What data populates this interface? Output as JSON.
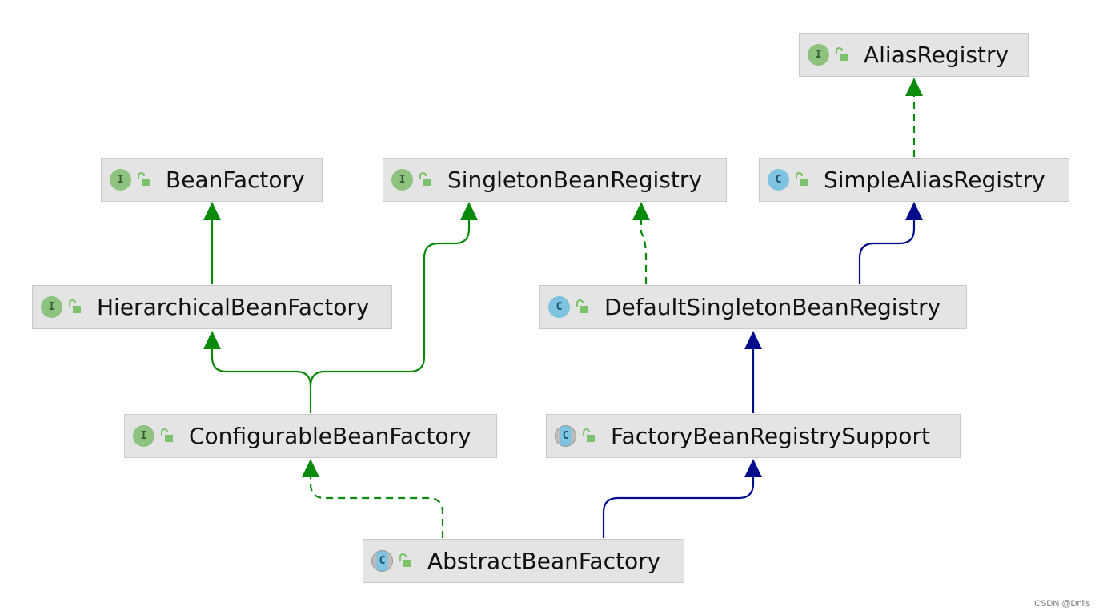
{
  "nodes": {
    "alias_registry": {
      "label": "AliasRegistry",
      "kind": "interface",
      "badge": "I"
    },
    "bean_factory": {
      "label": "BeanFactory",
      "kind": "interface",
      "badge": "I"
    },
    "singleton_bean_registry": {
      "label": "SingletonBeanRegistry",
      "kind": "interface",
      "badge": "I"
    },
    "simple_alias_registry": {
      "label": "SimpleAliasRegistry",
      "kind": "class",
      "badge": "C"
    },
    "hierarchical_bean_factory": {
      "label": "HierarchicalBeanFactory",
      "kind": "interface",
      "badge": "I"
    },
    "default_singleton_bean_registry": {
      "label": "DefaultSingletonBeanRegistry",
      "kind": "class",
      "badge": "C"
    },
    "configurable_bean_factory": {
      "label": "ConfigurableBeanFactory",
      "kind": "interface",
      "badge": "I"
    },
    "factory_bean_registry_support": {
      "label": "FactoryBeanRegistrySupport",
      "kind": "abstract-class",
      "badge": "C"
    },
    "abstract_bean_factory": {
      "label": "AbstractBeanFactory",
      "kind": "abstract-class",
      "badge": "C"
    }
  },
  "edges": [
    {
      "from": "hierarchical_bean_factory",
      "to": "bean_factory",
      "type": "extends-interface",
      "style": "solid",
      "color": "#0a8a0a"
    },
    {
      "from": "configurable_bean_factory",
      "to": "hierarchical_bean_factory",
      "type": "extends-interface",
      "style": "solid",
      "color": "#0a8a0a"
    },
    {
      "from": "configurable_bean_factory",
      "to": "singleton_bean_registry",
      "type": "extends-interface",
      "style": "solid",
      "color": "#0a8a0a"
    },
    {
      "from": "default_singleton_bean_registry",
      "to": "singleton_bean_registry",
      "type": "implements",
      "style": "dashed",
      "color": "#0a8a0a"
    },
    {
      "from": "default_singleton_bean_registry",
      "to": "simple_alias_registry",
      "type": "extends",
      "style": "solid",
      "color": "#000c8c"
    },
    {
      "from": "simple_alias_registry",
      "to": "alias_registry",
      "type": "implements",
      "style": "dashed",
      "color": "#0a8a0a"
    },
    {
      "from": "factory_bean_registry_support",
      "to": "default_singleton_bean_registry",
      "type": "extends",
      "style": "solid",
      "color": "#000c8c"
    },
    {
      "from": "abstract_bean_factory",
      "to": "configurable_bean_factory",
      "type": "implements",
      "style": "dashed",
      "color": "#0a8a0a"
    },
    {
      "from": "abstract_bean_factory",
      "to": "factory_bean_registry_support",
      "type": "extends",
      "style": "solid",
      "color": "#000c8c"
    }
  ],
  "colors": {
    "interface_badge": "#8dc27f",
    "class_badge": "#7ec4e0",
    "lock_icon": "#7cc16b",
    "node_background": "#e4e4e4",
    "interface_edge": "#0a8a0a",
    "class_edge": "#000c8c"
  },
  "watermark": "CSDN @Dnils"
}
